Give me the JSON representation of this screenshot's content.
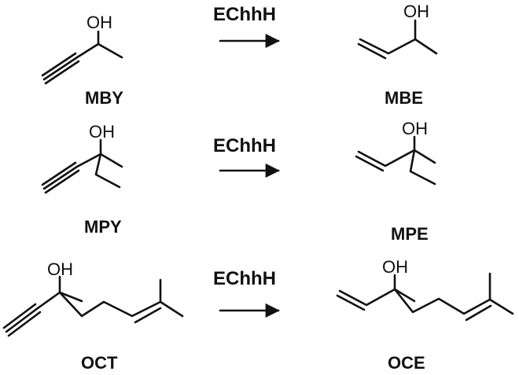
{
  "reactions": [
    {
      "reactant": {
        "name": "MBY",
        "group": "OH"
      },
      "reagent": "EChhH",
      "product": {
        "name": "MBE",
        "group": "OH"
      }
    },
    {
      "reactant": {
        "name": "MPY",
        "group": "OH"
      },
      "reagent": "EChhH",
      "product": {
        "name": "MPE",
        "group": "OH"
      }
    },
    {
      "reactant": {
        "name": "OCT",
        "group": "OH"
      },
      "reagent": "EChhH",
      "product": {
        "name": "OCE",
        "group": "OH"
      }
    }
  ]
}
